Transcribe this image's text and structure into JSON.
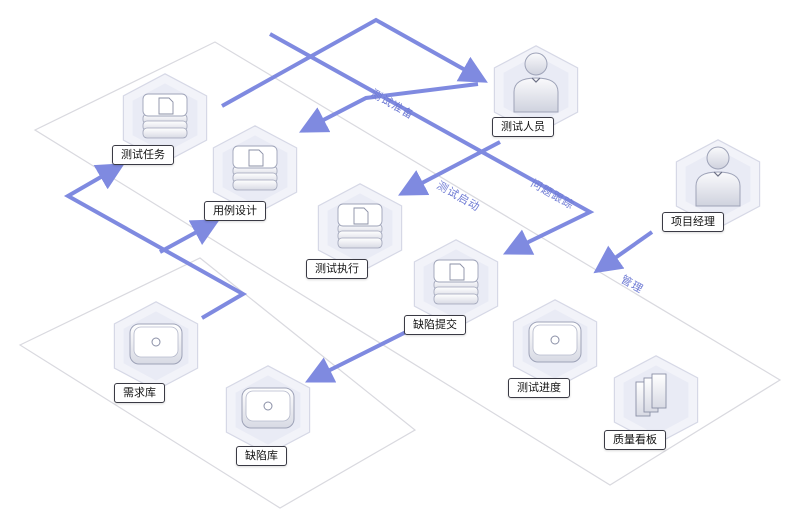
{
  "nodes": {
    "test_task": "测试任务",
    "case_design": "用例设计",
    "test_exec": "测试执行",
    "defect_submit": "缺陷提交",
    "tester": "测试人员",
    "project_manager": "项目经理",
    "requirement_repo": "需求库",
    "defect_repo": "缺陷库",
    "test_progress": "测试进度",
    "quality_board": "质量看板"
  },
  "flows": {
    "prepare": "测试准备",
    "start": "测试启动",
    "track": "问题跟踪",
    "manage": "管理"
  },
  "colors": {
    "flow": "#7f8ae0",
    "panel_line": "#d9d9df",
    "hex_fill": "#f2f3f9",
    "hex_stroke": "#d6d8e6",
    "label_border": "#3a3a44"
  }
}
